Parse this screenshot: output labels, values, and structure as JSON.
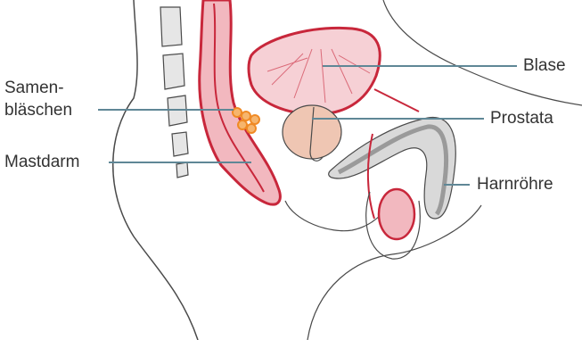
{
  "labels": {
    "blase": "Blase",
    "prostata": "Prostata",
    "harnroehre": "Harnröhre",
    "samen_line1": "Samen-",
    "samen_line2": "bläschen",
    "mastdarm": "Mastdarm"
  },
  "colors": {
    "leader_line": "#5f8796",
    "outline": "#4a4a4a",
    "tissue_red": "#c8273b",
    "tissue_pink": "#f2b8bf",
    "prostate_fill": "#efc6b3",
    "seminal_orange": "#f08a25",
    "urethra_gray": "#cfcfcf"
  }
}
